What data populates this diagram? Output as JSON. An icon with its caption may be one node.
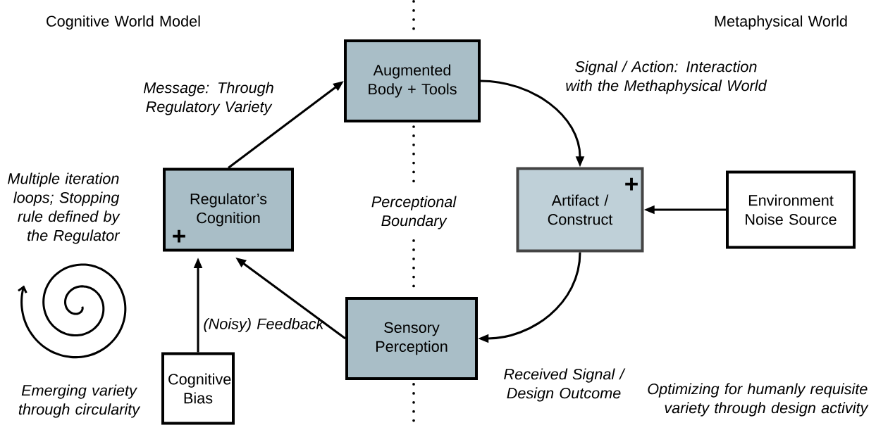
{
  "diagram": {
    "nodes": [
      {
        "text": [
          "Augmented Body + Tools"
        ]
      },
      {
        "text": [
          "Regulator’s Cognition",
          "+"
        ]
      },
      {
        "text": [
          "Artifact / Construct",
          "+"
        ]
      },
      {
        "text": [
          "Environment Noise Source"
        ]
      },
      {
        "text": [
          "Sensory Perception"
        ]
      },
      {
        "text": [
          "Cognitive Bias"
        ]
      }
    ],
    "edges": [
      {
        "from": 1,
        "to": 0,
        "arrow": "to",
        "label": "Message: Through Regulatory Variety"
      },
      {
        "from": 0,
        "to": 2,
        "arrow": "to",
        "label": "Signal / Action: Interaction with the Methaphysical World"
      },
      {
        "from": 3,
        "to": 2,
        "arrow": "to"
      },
      {
        "from": 2,
        "to": 4,
        "arrow": "to",
        "label": "Received Signal / Design Outcome"
      },
      {
        "from": 4,
        "to": 1,
        "arrow": "to",
        "label": "(Noisy) Feedback"
      },
      {
        "from": 5,
        "to": 1,
        "arrow": "to"
      }
    ],
    "labels": [
      "Cognitive World Model",
      "Metaphysical World",
      "Perceptional Boundary",
      "Multiple iteration loops; Stopping rule defined by the Regulator",
      "Emerging variety through circularity",
      "Optimizing for humanly requisite variety through design activity"
    ]
  }
}
